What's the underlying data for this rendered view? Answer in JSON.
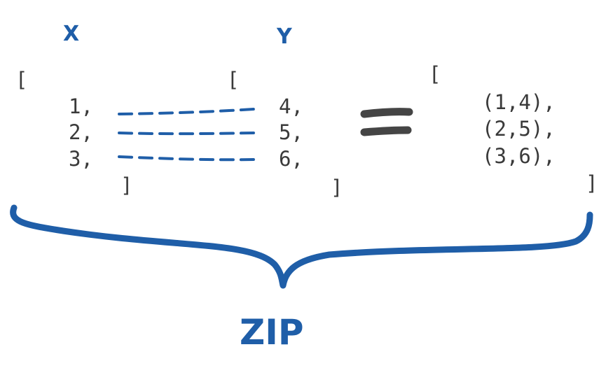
{
  "labels": {
    "x": "X",
    "y": "Y",
    "zip": "ZIP"
  },
  "left_list": {
    "open": "[",
    "items": [
      "1,",
      "2,",
      "3,"
    ],
    "close": "]"
  },
  "right_list": {
    "open": "[",
    "items": [
      "4,",
      "5,",
      "6,"
    ],
    "close": "]"
  },
  "result_list": {
    "open": "[",
    "items": [
      "(1,4),",
      "(2,5),",
      "(3,6),"
    ],
    "close": "]"
  },
  "colors": {
    "accent": "#1f5ea8",
    "text": "#3a3a3a",
    "equals": "#454545"
  }
}
